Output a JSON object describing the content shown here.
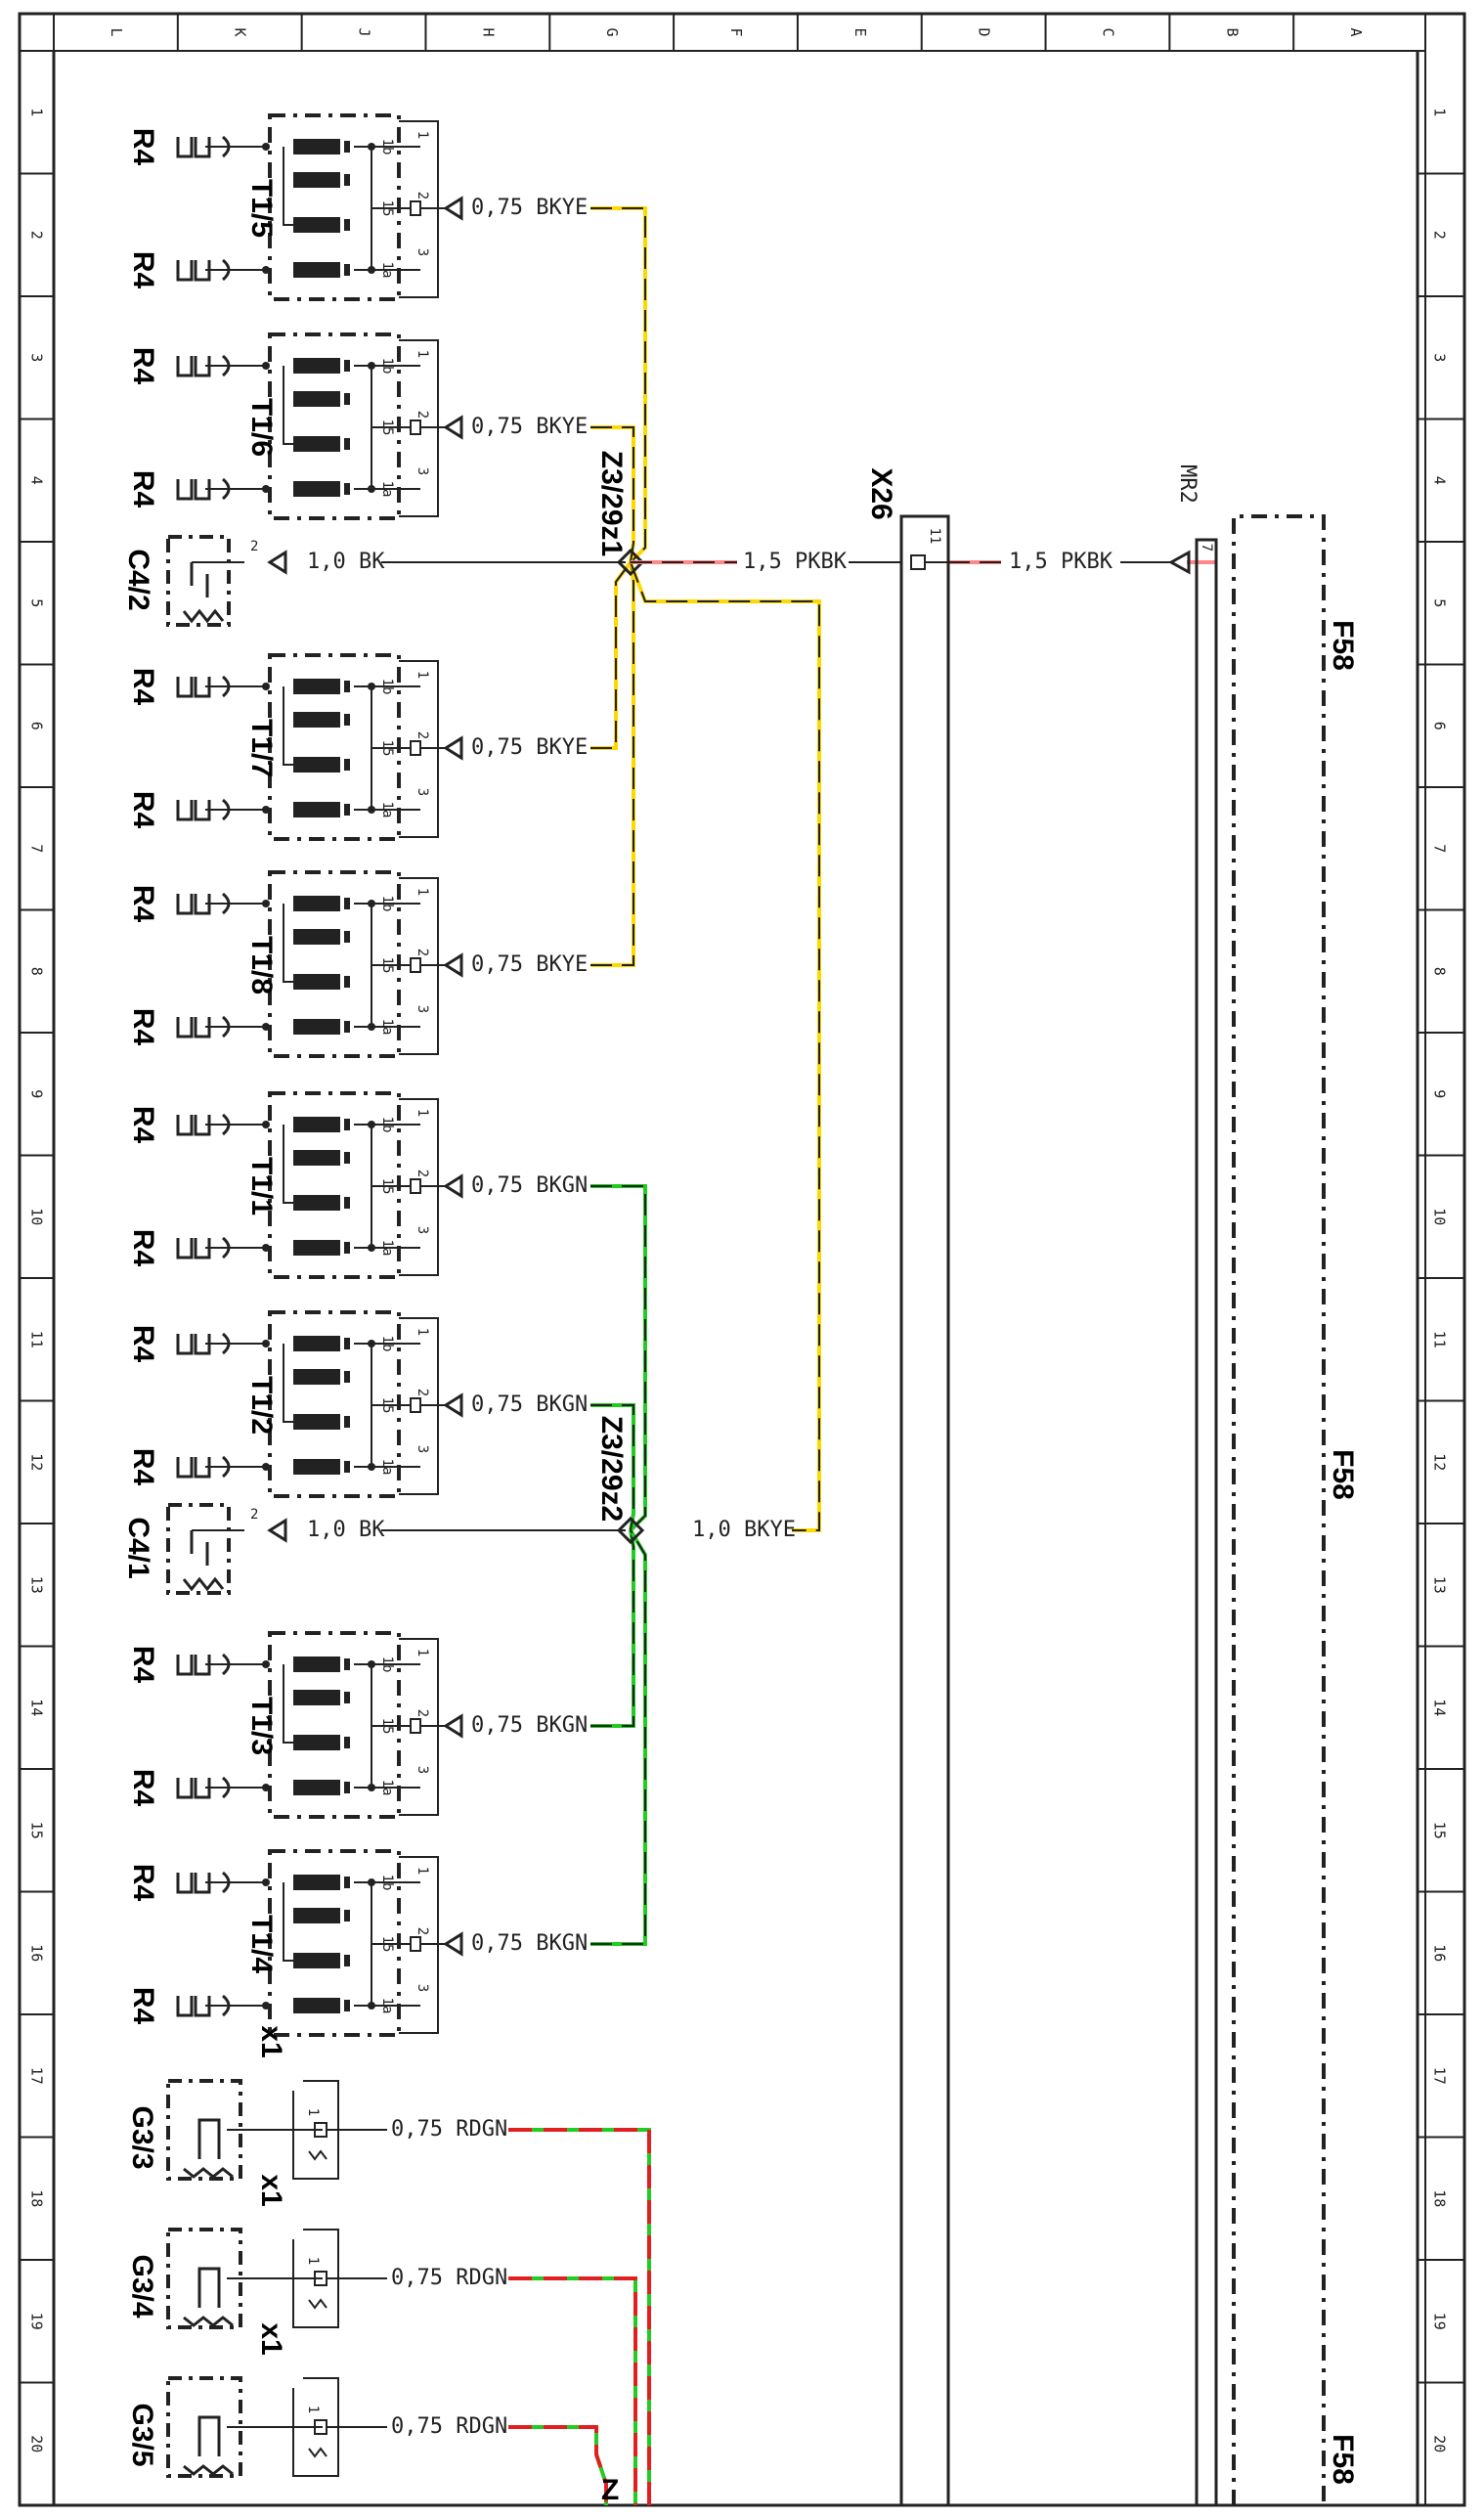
{
  "colors": {
    "line": "#222222",
    "yellow": "#ffd800",
    "green": "#22cc22",
    "red": "#e02020",
    "pink": "#ff8888"
  },
  "grid": {
    "cols": [
      "L",
      "K",
      "J",
      "H",
      "G",
      "F",
      "E",
      "D",
      "C",
      "B",
      "A"
    ],
    "rows": [
      "1",
      "2",
      "3",
      "4",
      "5",
      "6",
      "7",
      "8",
      "9",
      "10",
      "11",
      "12",
      "13",
      "14",
      "15",
      "16",
      "17",
      "18",
      "19",
      "20"
    ]
  },
  "coils": [
    {
      "label": "T1/5",
      "wire": "0,75 BKYE",
      "color": "yellow"
    },
    {
      "label": "T1/6",
      "wire": "0,75 BKYE",
      "color": "yellow"
    },
    {
      "label": "T1/7",
      "wire": "0,75 BKYE",
      "color": "yellow"
    },
    {
      "label": "T1/8",
      "wire": "0,75 BKYE",
      "color": "yellow"
    },
    {
      "label": "T1/1",
      "wire": "0,75 BKGN",
      "color": "green"
    },
    {
      "label": "T1/2",
      "wire": "0,75 BKGN",
      "color": "green"
    },
    {
      "label": "T1/3",
      "wire": "0,75 BKGN",
      "color": "green"
    },
    {
      "label": "T1/4",
      "wire": "0,75 BKGN",
      "color": "green"
    }
  ],
  "coil_pins": {
    "p1": "1",
    "p1b": "1b",
    "p2": "2",
    "p15": "15",
    "p3": "3",
    "p1a": "1a"
  },
  "resistor_label": "R4",
  "capacitors": [
    {
      "label": "C4/2",
      "pin": "2",
      "wire": "1,0 BK"
    },
    {
      "label": "C4/1",
      "pin": "2",
      "wire": "1,0 BK"
    }
  ],
  "splices": {
    "z1": {
      "label": "Z3/29z1"
    },
    "z2": {
      "label": "Z3/29z2",
      "wire_out": "1,0 BKYE"
    }
  },
  "connector_x26": {
    "label": "X26",
    "pin": "11",
    "wire_in": "1,5 PKBK"
  },
  "connector_mr2": {
    "label": "MR2",
    "pin": "7",
    "wire_in": "1,5 PKBK"
  },
  "module_f58": {
    "label": "F58"
  },
  "sensors": [
    {
      "label": "G3/3",
      "connector": "x1",
      "pin": "1",
      "wire": "0,75 RDGN"
    },
    {
      "label": "G3/4",
      "connector": "x1",
      "pin": "1",
      "wire": "0,75 RDGN"
    },
    {
      "label": "G3/5",
      "connector": "x1",
      "pin": "1",
      "wire": "0,75 RDGN"
    }
  ],
  "bottom_partial_label": "Z"
}
